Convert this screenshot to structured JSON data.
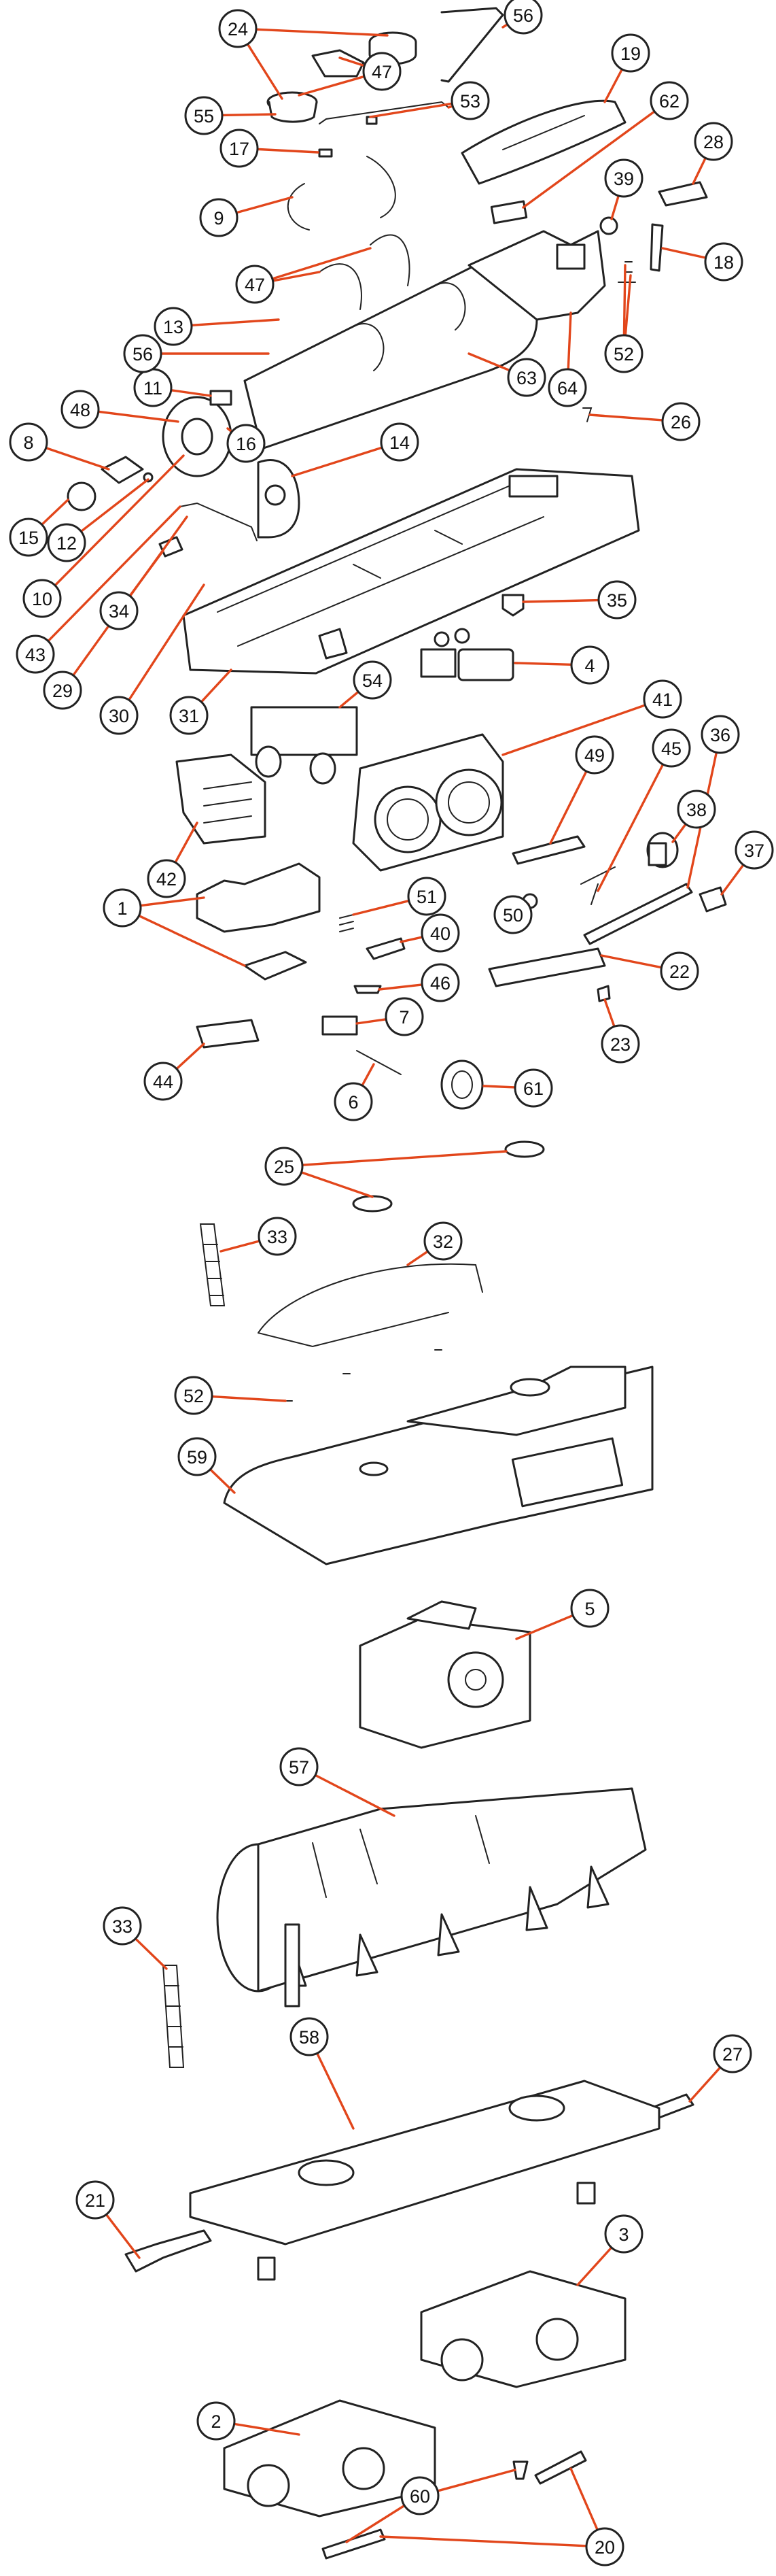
{
  "diagram": {
    "callouts": [
      "1",
      "2",
      "3",
      "4",
      "5",
      "6",
      "7",
      "8",
      "9",
      "10",
      "11",
      "12",
      "13",
      "14",
      "15",
      "16",
      "17",
      "18",
      "19",
      "20",
      "21",
      "22",
      "23",
      "24",
      "25",
      "26",
      "27",
      "28",
      "29",
      "30",
      "31",
      "32",
      "33",
      "33",
      "34",
      "35",
      "36",
      "37",
      "38",
      "39",
      "40",
      "41",
      "42",
      "43",
      "44",
      "45",
      "46",
      "47",
      "47",
      "48",
      "49",
      "50",
      "51",
      "52",
      "52",
      "53",
      "54",
      "55",
      "56",
      "56",
      "57",
      "58",
      "59",
      "60",
      "61",
      "62",
      "63",
      "64"
    ]
  },
  "colors": {
    "leader": "#e2461b",
    "outline": "#222222",
    "shade": "#dcdcdc"
  }
}
